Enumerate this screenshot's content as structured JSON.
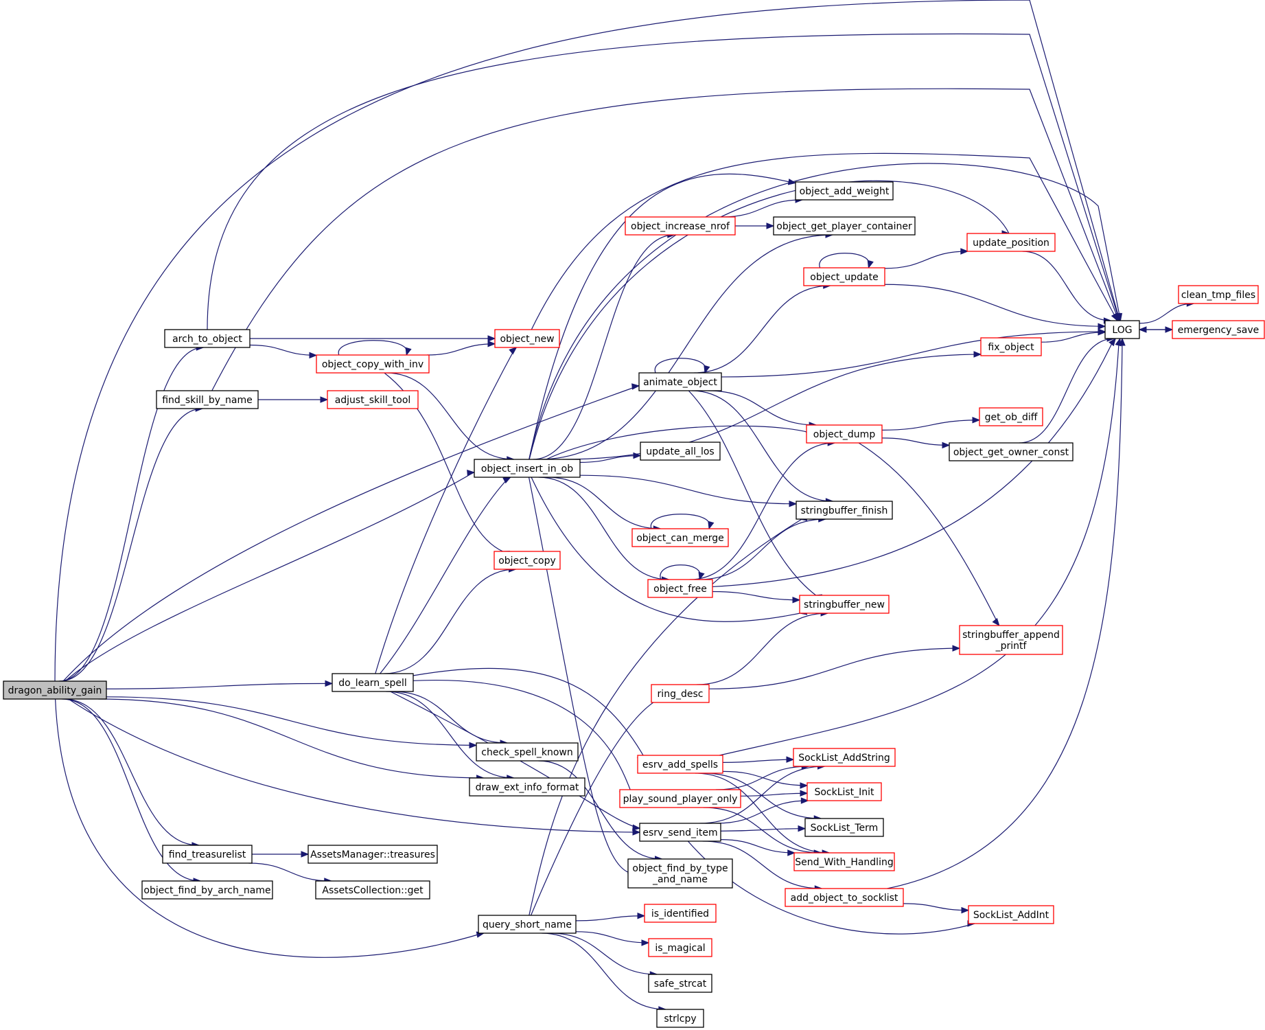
{
  "diagram": {
    "colors": {
      "edge": "#191970",
      "node_border_normal": "#000000",
      "node_border_incomplete": "#ff0000",
      "root_fill": "#bfbfbf",
      "node_fill": "#ffffff"
    },
    "nodes": [
      {
        "id": "dragon",
        "label": "dragon_ability_gain",
        "style": "root"
      },
      {
        "id": "arch_to_object",
        "label": "arch_to_object",
        "style": "normal"
      },
      {
        "id": "find_skill_by_name",
        "label": "find_skill_by_name",
        "style": "normal"
      },
      {
        "id": "adjust_skill_tool",
        "label": "adjust_skill_tool",
        "style": "incomplete"
      },
      {
        "id": "object_copy_with_inv",
        "label": "object_copy_with_inv",
        "style": "incomplete"
      },
      {
        "id": "object_new",
        "label": "object_new",
        "style": "incomplete"
      },
      {
        "id": "object_insert_in_ob",
        "label": "object_insert_in_ob",
        "style": "normal"
      },
      {
        "id": "object_copy",
        "label": "object_copy",
        "style": "incomplete"
      },
      {
        "id": "do_learn_spell",
        "label": "do_learn_spell",
        "style": "normal"
      },
      {
        "id": "check_spell_known",
        "label": "check_spell_known",
        "style": "normal"
      },
      {
        "id": "draw_ext_info_format",
        "label": "draw_ext_info_format",
        "style": "normal"
      },
      {
        "id": "find_treasurelist",
        "label": "find_treasurelist",
        "style": "normal"
      },
      {
        "id": "assets_treasures",
        "label": "AssetsManager::treasures",
        "style": "normal"
      },
      {
        "id": "assets_get",
        "label": "AssetsCollection::get",
        "style": "normal"
      },
      {
        "id": "object_find_by_arch_name",
        "label": "object_find_by_arch_name",
        "style": "normal"
      },
      {
        "id": "query_short_name",
        "label": "query_short_name",
        "style": "normal"
      },
      {
        "id": "is_identified",
        "label": "is_identified",
        "style": "incomplete"
      },
      {
        "id": "is_magical",
        "label": "is_magical",
        "style": "incomplete"
      },
      {
        "id": "safe_strcat",
        "label": "safe_strcat",
        "style": "normal"
      },
      {
        "id": "strlcpy",
        "label": "strlcpy",
        "style": "normal"
      },
      {
        "id": "object_increase_nrof",
        "label": "object_increase_nrof",
        "style": "incomplete"
      },
      {
        "id": "object_add_weight",
        "label": "object_add_weight",
        "style": "normal"
      },
      {
        "id": "object_get_player_container",
        "label": "object_get_player_container",
        "style": "normal"
      },
      {
        "id": "object_update",
        "label": "object_update",
        "style": "incomplete"
      },
      {
        "id": "update_position",
        "label": "update_position",
        "style": "incomplete"
      },
      {
        "id": "LOG",
        "label": "LOG",
        "style": "normal"
      },
      {
        "id": "clean_tmp_files",
        "label": "clean_tmp_files",
        "style": "incomplete"
      },
      {
        "id": "emergency_save",
        "label": "emergency_save",
        "style": "incomplete"
      },
      {
        "id": "fix_object",
        "label": "fix_object",
        "style": "incomplete"
      },
      {
        "id": "animate_object",
        "label": "animate_object",
        "style": "normal"
      },
      {
        "id": "object_dump",
        "label": "object_dump",
        "style": "incomplete"
      },
      {
        "id": "get_ob_diff",
        "label": "get_ob_diff",
        "style": "incomplete"
      },
      {
        "id": "object_get_owner_const",
        "label": "object_get_owner_const",
        "style": "normal"
      },
      {
        "id": "update_all_los",
        "label": "update_all_los",
        "style": "normal"
      },
      {
        "id": "stringbuffer_finish",
        "label": "stringbuffer_finish",
        "style": "normal"
      },
      {
        "id": "object_can_merge",
        "label": "object_can_merge",
        "style": "incomplete"
      },
      {
        "id": "object_free",
        "label": "object_free",
        "style": "incomplete"
      },
      {
        "id": "stringbuffer_new",
        "label": "stringbuffer_new",
        "style": "incomplete"
      },
      {
        "id": "stringbuffer_append_printf",
        "label": "stringbuffer_append\n_printf",
        "style": "incomplete"
      },
      {
        "id": "ring_desc",
        "label": "ring_desc",
        "style": "incomplete"
      },
      {
        "id": "esrv_add_spells",
        "label": "esrv_add_spells",
        "style": "incomplete"
      },
      {
        "id": "play_sound_player_only",
        "label": "play_sound_player_only",
        "style": "incomplete"
      },
      {
        "id": "esrv_send_item",
        "label": "esrv_send_item",
        "style": "normal"
      },
      {
        "id": "object_find_by_type_and_name",
        "label": "object_find_by_type\n_and_name",
        "style": "normal"
      },
      {
        "id": "SockList_AddString",
        "label": "SockList_AddString",
        "style": "incomplete"
      },
      {
        "id": "SockList_Init",
        "label": "SockList_Init",
        "style": "incomplete"
      },
      {
        "id": "SockList_Term",
        "label": "SockList_Term",
        "style": "normal"
      },
      {
        "id": "Send_With_Handling",
        "label": "Send_With_Handling",
        "style": "incomplete"
      },
      {
        "id": "add_object_to_socklist",
        "label": "add_object_to_socklist",
        "style": "incomplete"
      },
      {
        "id": "SockList_AddInt",
        "label": "SockList_AddInt",
        "style": "incomplete"
      }
    ],
    "edges": [
      [
        "dragon",
        "LOG"
      ],
      [
        "dragon",
        "arch_to_object"
      ],
      [
        "dragon",
        "find_skill_by_name"
      ],
      [
        "dragon",
        "animate_object"
      ],
      [
        "dragon",
        "object_insert_in_ob"
      ],
      [
        "dragon",
        "do_learn_spell"
      ],
      [
        "dragon",
        "check_spell_known"
      ],
      [
        "dragon",
        "draw_ext_info_format"
      ],
      [
        "dragon",
        "esrv_send_item"
      ],
      [
        "dragon",
        "find_treasurelist"
      ],
      [
        "dragon",
        "object_find_by_arch_name"
      ],
      [
        "dragon",
        "query_short_name"
      ],
      [
        "arch_to_object",
        "LOG"
      ],
      [
        "arch_to_object",
        "object_new"
      ],
      [
        "arch_to_object",
        "object_copy_with_inv"
      ],
      [
        "find_skill_by_name",
        "LOG"
      ],
      [
        "find_skill_by_name",
        "adjust_skill_tool"
      ],
      [
        "object_copy_with_inv",
        "object_copy_with_inv"
      ],
      [
        "object_copy_with_inv",
        "object_new"
      ],
      [
        "object_copy_with_inv",
        "object_insert_in_ob"
      ],
      [
        "object_copy_with_inv",
        "object_copy"
      ],
      [
        "object_new",
        "LOG"
      ],
      [
        "object_insert_in_ob",
        "LOG"
      ],
      [
        "object_insert_in_ob",
        "object_add_weight"
      ],
      [
        "object_insert_in_ob",
        "update_position"
      ],
      [
        "object_insert_in_ob",
        "object_increase_nrof"
      ],
      [
        "object_insert_in_ob",
        "object_get_player_container"
      ],
      [
        "object_insert_in_ob",
        "fix_object"
      ],
      [
        "object_insert_in_ob",
        "object_dump"
      ],
      [
        "object_insert_in_ob",
        "update_all_los"
      ],
      [
        "object_insert_in_ob",
        "stringbuffer_finish"
      ],
      [
        "object_insert_in_ob",
        "object_can_merge"
      ],
      [
        "object_insert_in_ob",
        "object_free"
      ],
      [
        "object_insert_in_ob",
        "stringbuffer_new"
      ],
      [
        "object_insert_in_ob",
        "object_find_by_type_and_name"
      ],
      [
        "do_learn_spell",
        "object_new"
      ],
      [
        "do_learn_spell",
        "object_insert_in_ob"
      ],
      [
        "do_learn_spell",
        "object_copy"
      ],
      [
        "do_learn_spell",
        "check_spell_known"
      ],
      [
        "do_learn_spell",
        "draw_ext_info_format"
      ],
      [
        "do_learn_spell",
        "esrv_add_spells"
      ],
      [
        "do_learn_spell",
        "play_sound_player_only"
      ],
      [
        "do_learn_spell",
        "esrv_send_item"
      ],
      [
        "check_spell_known",
        "object_find_by_type_and_name"
      ],
      [
        "find_treasurelist",
        "assets_treasures"
      ],
      [
        "find_treasurelist",
        "assets_get"
      ],
      [
        "query_short_name",
        "ring_desc"
      ],
      [
        "query_short_name",
        "stringbuffer_finish"
      ],
      [
        "query_short_name",
        "is_identified"
      ],
      [
        "query_short_name",
        "is_magical"
      ],
      [
        "query_short_name",
        "safe_strcat"
      ],
      [
        "query_short_name",
        "strlcpy"
      ],
      [
        "object_increase_nrof",
        "object_add_weight"
      ],
      [
        "object_increase_nrof",
        "object_get_player_container"
      ],
      [
        "object_update",
        "object_update"
      ],
      [
        "object_update",
        "update_position"
      ],
      [
        "object_update",
        "LOG"
      ],
      [
        "update_position",
        "LOG"
      ],
      [
        "fix_object",
        "LOG"
      ],
      [
        "animate_object",
        "animate_object"
      ],
      [
        "animate_object",
        "object_update"
      ],
      [
        "animate_object",
        "LOG"
      ],
      [
        "animate_object",
        "object_dump"
      ],
      [
        "animate_object",
        "stringbuffer_finish"
      ],
      [
        "animate_object",
        "stringbuffer_new"
      ],
      [
        "object_dump",
        "get_ob_diff"
      ],
      [
        "object_dump",
        "object_get_owner_const"
      ],
      [
        "object_dump",
        "stringbuffer_append_printf"
      ],
      [
        "object_get_owner_const",
        "LOG"
      ],
      [
        "object_can_merge",
        "object_can_merge"
      ],
      [
        "object_free",
        "object_free"
      ],
      [
        "object_free",
        "object_dump"
      ],
      [
        "object_free",
        "stringbuffer_finish"
      ],
      [
        "object_free",
        "stringbuffer_new"
      ],
      [
        "object_free",
        "LOG"
      ],
      [
        "ring_desc",
        "stringbuffer_new"
      ],
      [
        "ring_desc",
        "stringbuffer_append_printf"
      ],
      [
        "LOG",
        "clean_tmp_files"
      ],
      [
        "LOG",
        "emergency_save"
      ],
      [
        "emergency_save",
        "LOG"
      ],
      [
        "esrv_add_spells",
        "LOG"
      ],
      [
        "esrv_add_spells",
        "SockList_AddString"
      ],
      [
        "esrv_add_spells",
        "SockList_Init"
      ],
      [
        "esrv_add_spells",
        "SockList_Term"
      ],
      [
        "esrv_add_spells",
        "Send_With_Handling"
      ],
      [
        "play_sound_player_only",
        "SockList_AddString"
      ],
      [
        "play_sound_player_only",
        "SockList_Init"
      ],
      [
        "play_sound_player_only",
        "Send_With_Handling"
      ],
      [
        "esrv_send_item",
        "SockList_AddString"
      ],
      [
        "esrv_send_item",
        "SockList_Init"
      ],
      [
        "esrv_send_item",
        "SockList_Term"
      ],
      [
        "esrv_send_item",
        "Send_With_Handling"
      ],
      [
        "esrv_send_item",
        "add_object_to_socklist"
      ],
      [
        "esrv_send_item",
        "SockList_AddInt"
      ],
      [
        "add_object_to_socklist",
        "LOG"
      ],
      [
        "add_object_to_socklist",
        "SockList_AddInt"
      ]
    ]
  }
}
